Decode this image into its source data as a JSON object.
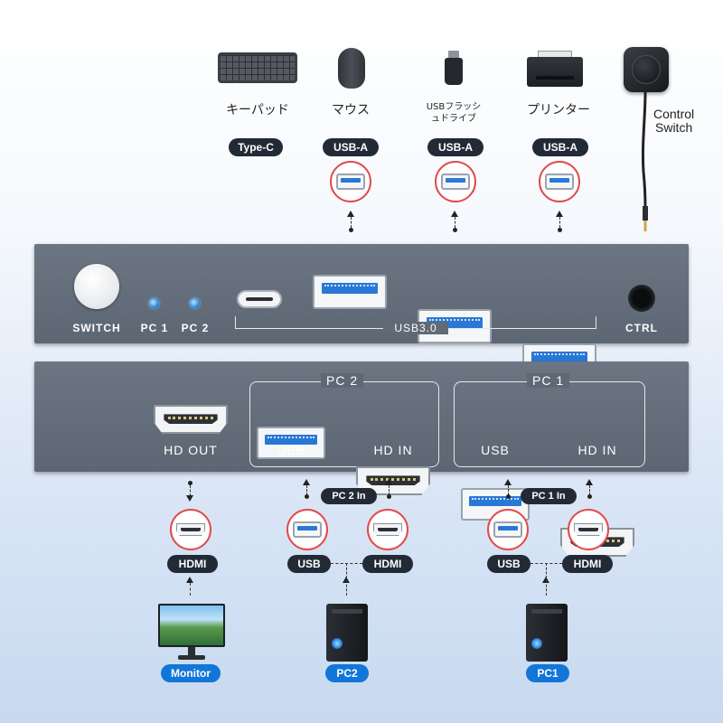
{
  "peripherals": [
    {
      "name": "キーパッド",
      "connector": "Type-C"
    },
    {
      "name": "マウス",
      "connector": "USB-A"
    },
    {
      "name_line1": "USBフラッシ",
      "name_line2": "ュドライブ",
      "connector": "USB-A"
    },
    {
      "name": "プリンター",
      "connector": "USB-A"
    }
  ],
  "control_switch": {
    "line1": "Control",
    "line2": "Switch"
  },
  "front_panel": {
    "switch_label": "SWITCH",
    "pc1_label": "PC 1",
    "pc2_label": "PC 2",
    "usb_label": "USB3.0",
    "ctrl_label": "CTRL"
  },
  "back_panel": {
    "hd_out": "HD OUT",
    "pc2_title": "PC 2",
    "pc1_title": "PC 1",
    "usb": "USB",
    "hd_in": "HD IN"
  },
  "bottom": {
    "pc2_in": "PC 2 In",
    "pc1_in": "PC 1 In",
    "hdmi": "HDMI",
    "usb": "USB",
    "monitor": "Monitor",
    "pc2": "PC2",
    "pc1": "PC1"
  },
  "colors": {
    "accent": "#1276d8",
    "box": "#636c79",
    "dark_pill": "#222a36",
    "highlight": "#e24a4a"
  }
}
